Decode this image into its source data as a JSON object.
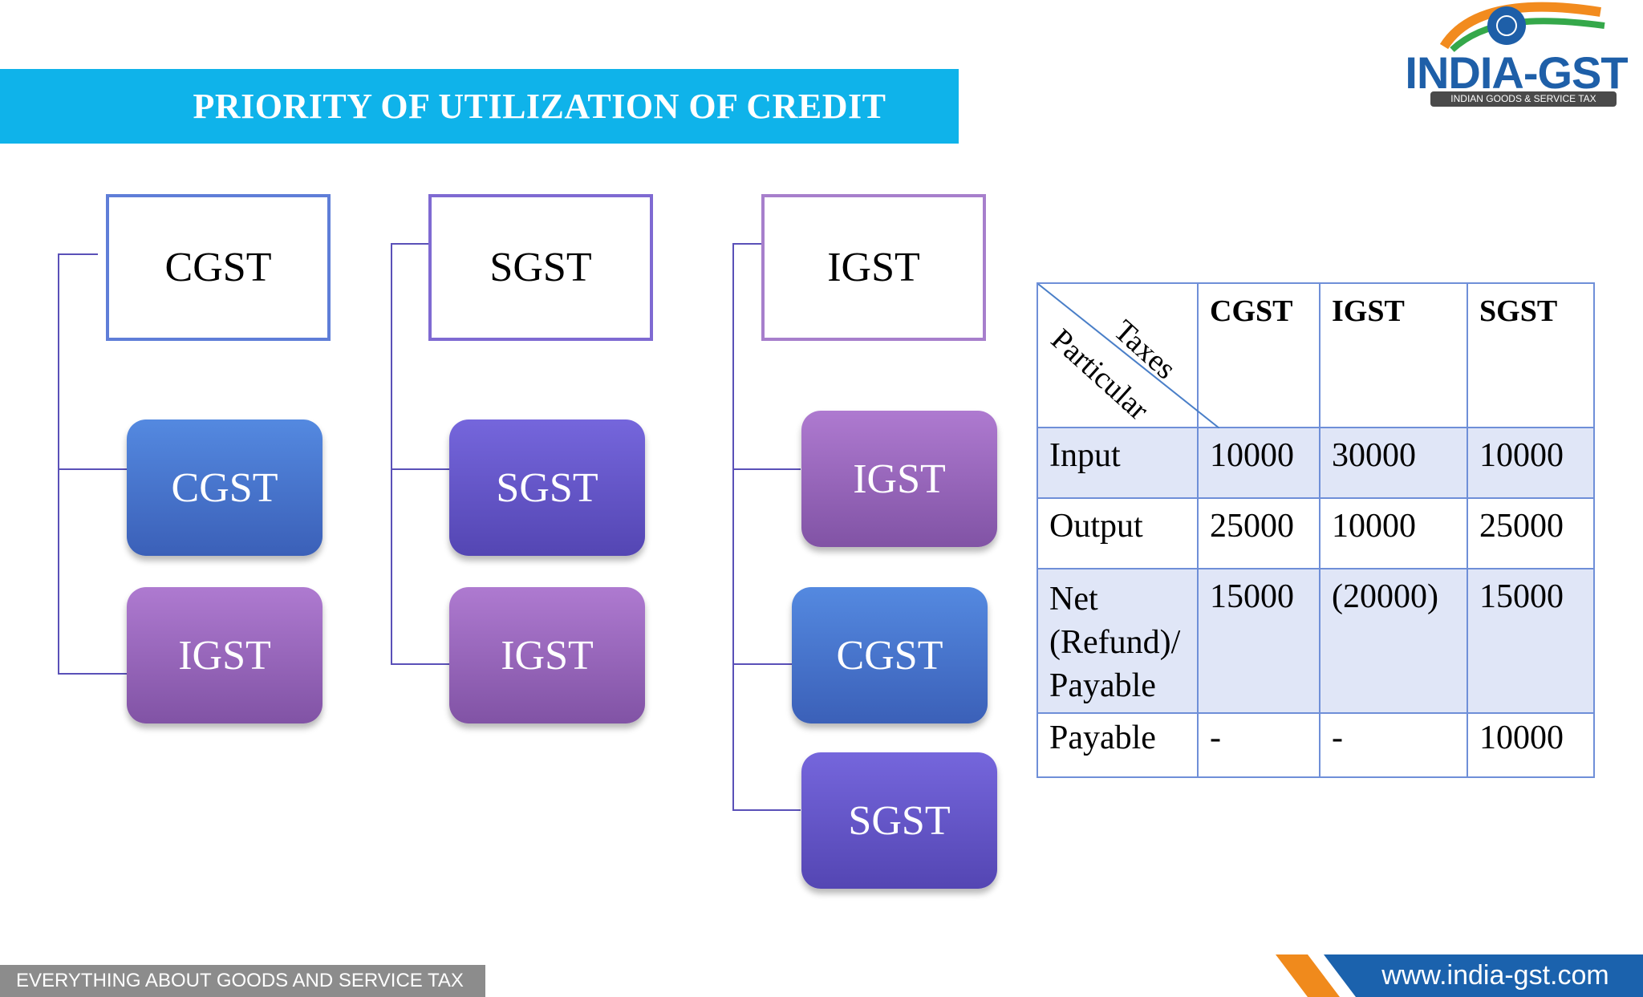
{
  "title": "PRIORITY OF UTILIZATION OF CREDIT",
  "logo": {
    "name": "INDIA-GST",
    "tagline": "INDIAN GOODS & SERVICE TAX"
  },
  "columns": [
    {
      "header": "CGST",
      "priority": [
        "CGST",
        "IGST"
      ]
    },
    {
      "header": "SGST",
      "priority": [
        "SGST",
        "IGST"
      ]
    },
    {
      "header": "IGST",
      "priority": [
        "IGST",
        "CGST",
        "SGST"
      ]
    }
  ],
  "table": {
    "corner_top": "Taxes",
    "corner_bottom": "Particular",
    "headers": [
      "CGST",
      "IGST",
      "SGST"
    ],
    "rows": [
      {
        "label": "Input",
        "values": [
          "10000",
          "30000",
          "10000"
        ]
      },
      {
        "label": "Output",
        "values": [
          "25000",
          "10000",
          "25000"
        ]
      },
      {
        "label_lines": [
          "Net",
          "(Refund)/",
          "Payable"
        ],
        "values": [
          "15000",
          "(20000)",
          "15000"
        ]
      },
      {
        "label": "Payable",
        "values": [
          "-",
          "-",
          "10000"
        ]
      }
    ]
  },
  "footer": {
    "left": "EVERYTHING ABOUT GOODS AND SERVICE TAX",
    "url": "www.india-gst.com"
  },
  "colors": {
    "title_bar": "#0fb3ea",
    "cgst_box": "#4d7fd8",
    "sgst_box": "#6252cb",
    "igst_box": "#9a65c0",
    "table_border": "#6f8fd8",
    "table_shade": "#e0e6f7",
    "footer_accent": "#f08a1c",
    "footer_blue": "#1b62ad"
  }
}
